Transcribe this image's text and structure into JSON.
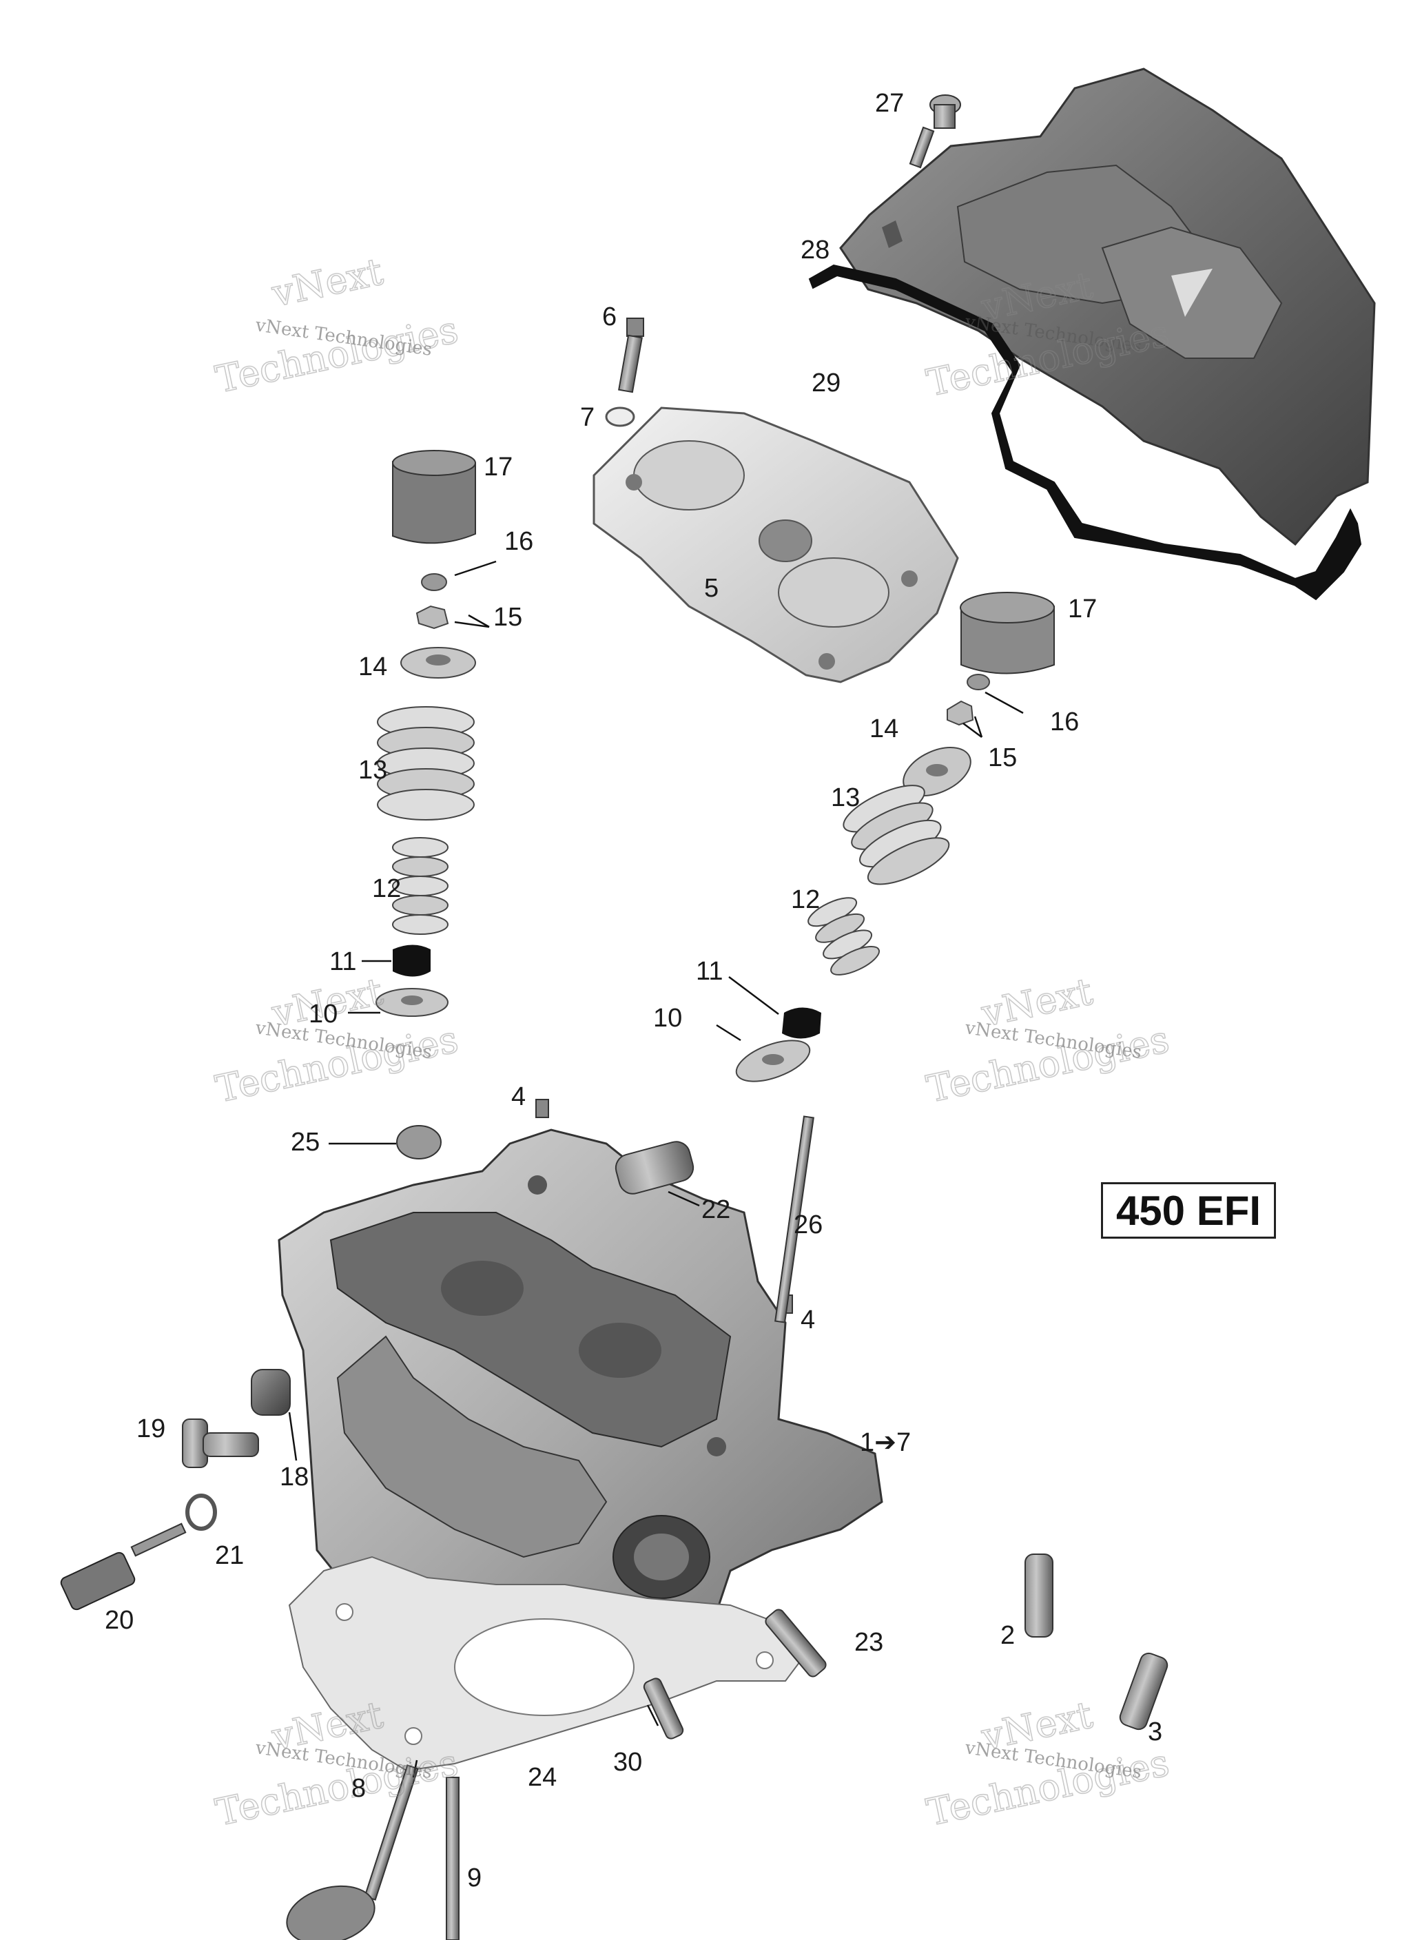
{
  "diagram": {
    "model_label": "450 EFI",
    "watermark": {
      "line1": "vNext Technologies",
      "line2": "vNext",
      "line3": "Technologies"
    },
    "callouts": [
      {
        "id": "c27",
        "text": "27"
      },
      {
        "id": "c28",
        "text": "28"
      },
      {
        "id": "c29",
        "text": "29"
      },
      {
        "id": "c6",
        "text": "6"
      },
      {
        "id": "c7",
        "text": "7"
      },
      {
        "id": "c17a",
        "text": "17"
      },
      {
        "id": "c16a",
        "text": "16"
      },
      {
        "id": "c15a",
        "text": "15"
      },
      {
        "id": "c14a",
        "text": "14"
      },
      {
        "id": "c13a",
        "text": "13"
      },
      {
        "id": "c12a",
        "text": "12"
      },
      {
        "id": "c11a",
        "text": "11"
      },
      {
        "id": "c10a",
        "text": "10"
      },
      {
        "id": "c5",
        "text": "5"
      },
      {
        "id": "c17b",
        "text": "17"
      },
      {
        "id": "c16b",
        "text": "16"
      },
      {
        "id": "c15b",
        "text": "15"
      },
      {
        "id": "c14b",
        "text": "14"
      },
      {
        "id": "c13b",
        "text": "13"
      },
      {
        "id": "c12b",
        "text": "12"
      },
      {
        "id": "c11b",
        "text": "11"
      },
      {
        "id": "c10b",
        "text": "10"
      },
      {
        "id": "c4a",
        "text": "4"
      },
      {
        "id": "c25",
        "text": "25"
      },
      {
        "id": "c22",
        "text": "22"
      },
      {
        "id": "c26",
        "text": "26"
      },
      {
        "id": "c4b",
        "text": "4"
      },
      {
        "id": "c19",
        "text": "19"
      },
      {
        "id": "c18",
        "text": "18"
      },
      {
        "id": "c1to7",
        "text": "1➔7"
      },
      {
        "id": "c21",
        "text": "21"
      },
      {
        "id": "c20",
        "text": "20"
      },
      {
        "id": "c23",
        "text": "23"
      },
      {
        "id": "c2",
        "text": "2"
      },
      {
        "id": "c3",
        "text": "3"
      },
      {
        "id": "c30",
        "text": "30"
      },
      {
        "id": "c24",
        "text": "24"
      },
      {
        "id": "c8",
        "text": "8"
      },
      {
        "id": "c9",
        "text": "9"
      }
    ]
  }
}
